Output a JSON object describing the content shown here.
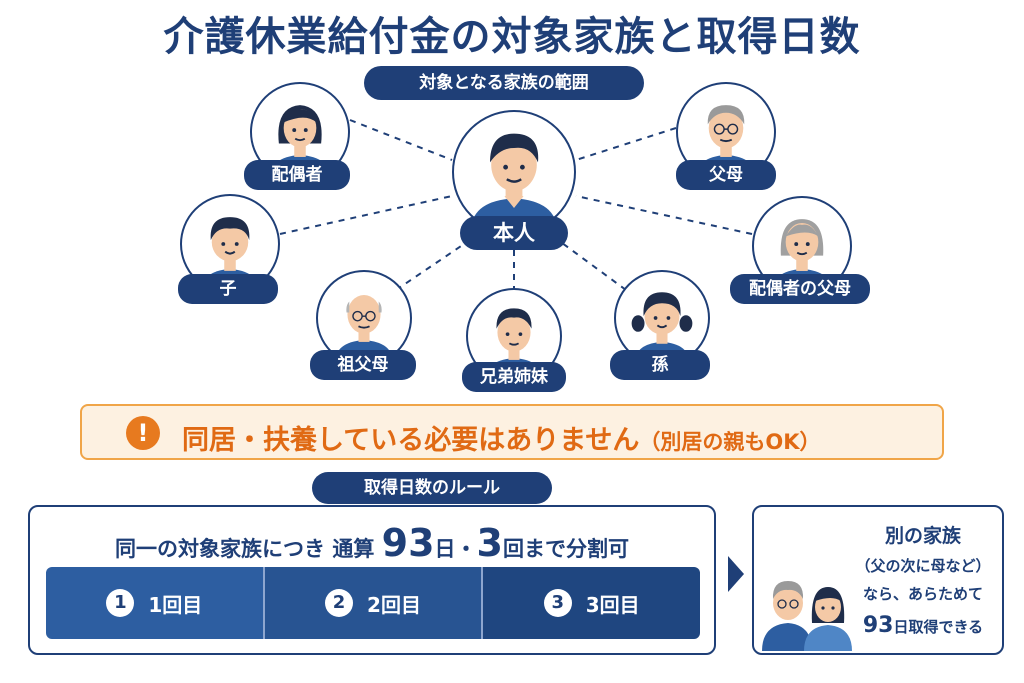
{
  "title": "介護休業給付金の対象家族と取得日数",
  "scope_label": "対象となる家族の範囲",
  "center_person": "本人",
  "family": {
    "spouse": "配偶者",
    "parents": "父母",
    "child": "子",
    "spouse_parents": "配偶者の父母",
    "grandparents": "祖父母",
    "siblings": "兄弟姉妹",
    "grandchildren": "孫"
  },
  "notice": {
    "icon": "!",
    "main": "同居・扶養している必要はありません",
    "sub": "（別居の親もOK）"
  },
  "rules_label": "取得日数のルール",
  "rule": {
    "prefix": "同一の対象家族につき 通算",
    "days": "93",
    "middle": "日・",
    "times": "3",
    "suffix": "回まで分割可"
  },
  "tries": [
    {
      "num": "1",
      "label": "1回目"
    },
    {
      "num": "2",
      "label": "2回目"
    },
    {
      "num": "3",
      "label": "3回目"
    }
  ],
  "other": {
    "title": "別の家族",
    "line1": "（父の次に母など）",
    "line2": "なら、あらためて",
    "days": "93",
    "days_suffix": "日取得できる"
  },
  "colors": {
    "navy": "#1f3f77",
    "blue": "#2d5ea1",
    "orange": "#e06a14",
    "notice_bg": "#fdf1e1"
  }
}
